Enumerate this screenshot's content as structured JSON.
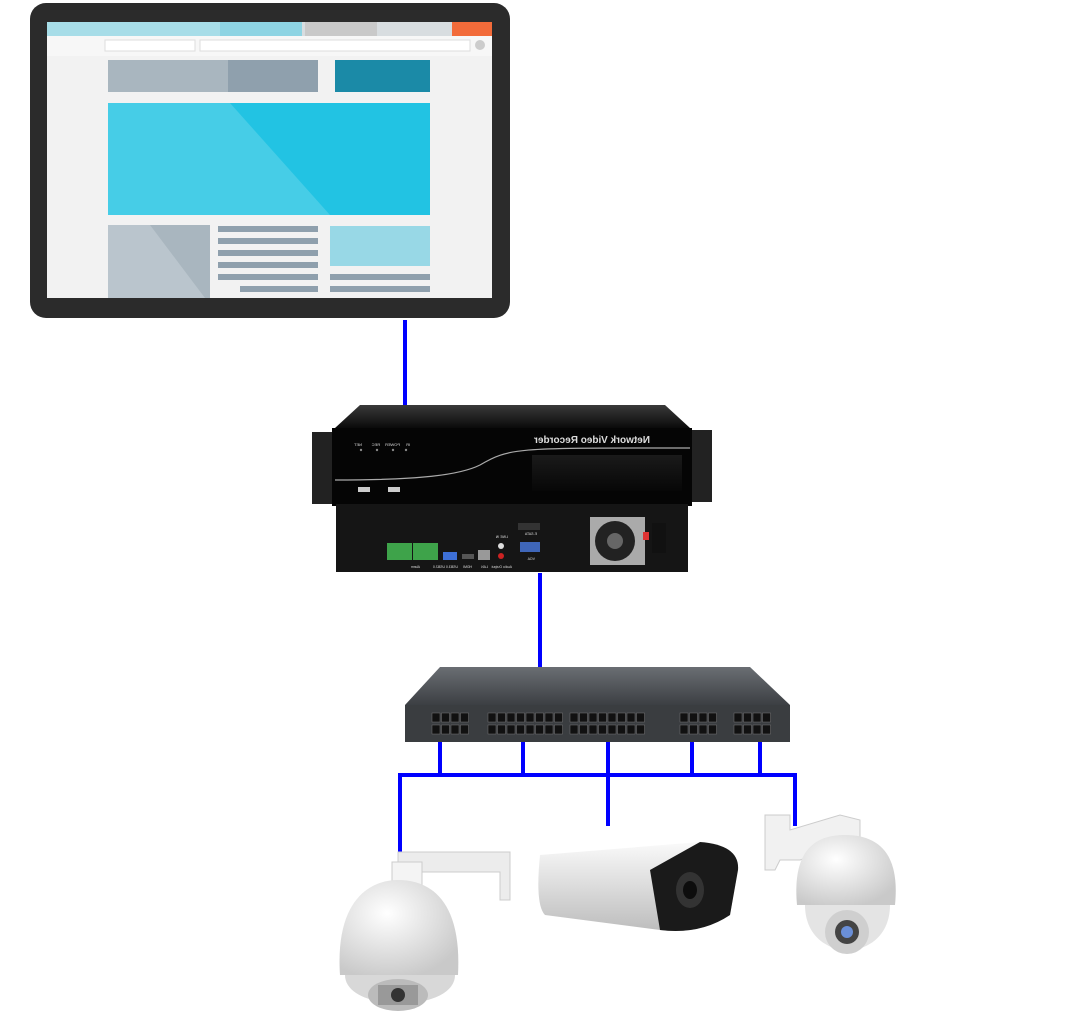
{
  "diagram": {
    "nvr": {
      "title": "Network Video Recorder",
      "leds": [
        "NET",
        "REC",
        "POWER",
        "IR"
      ],
      "rear_ports": [
        "Alarm",
        "USB3.0 USB2.0",
        "HDMI",
        "LAN",
        "Audio Output",
        "LINE IN",
        "VGA",
        "E-SATA"
      ]
    },
    "colors": {
      "link": "#0000ff",
      "screen_accent": "#22c3e3",
      "device_body": "#111111"
    }
  }
}
